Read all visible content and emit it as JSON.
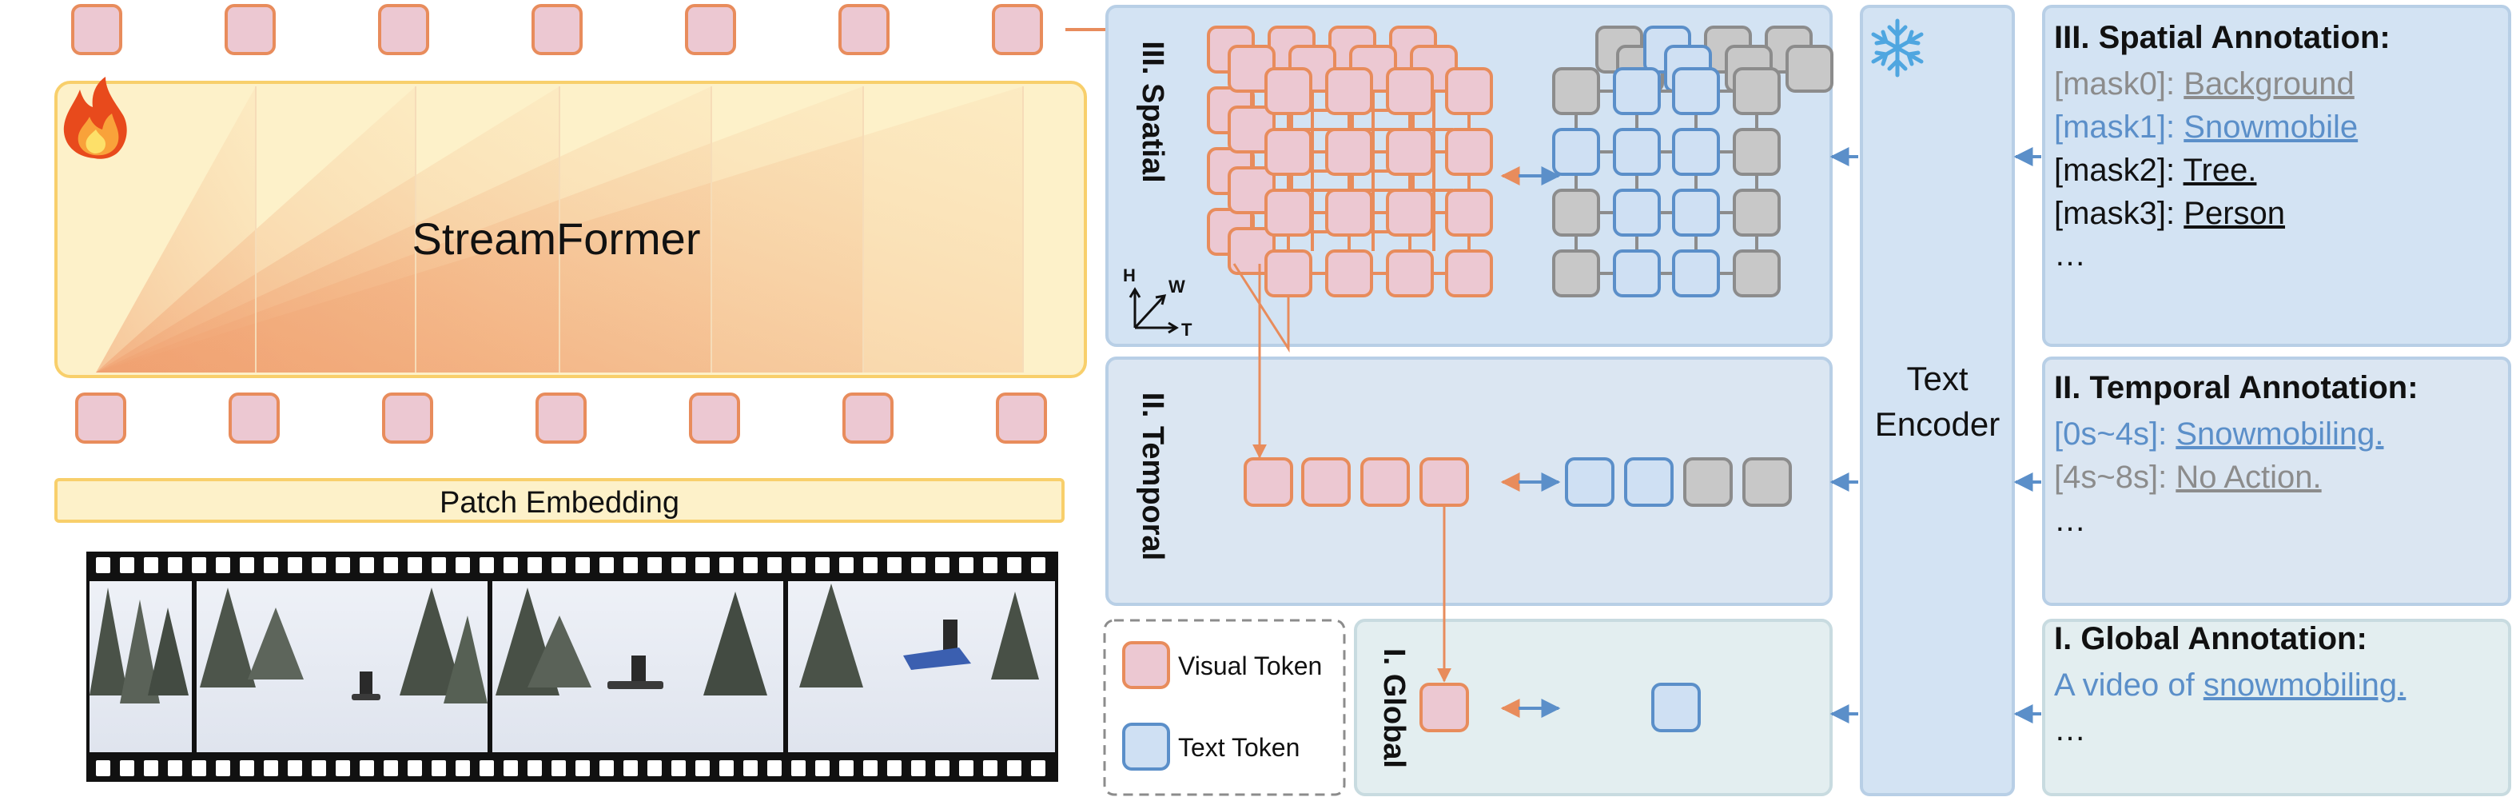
{
  "model": {
    "name": "StreamFormer",
    "patch_embedding": "Patch Embedding",
    "trainable_icon": "fire-icon"
  },
  "stages": {
    "spatial": "III. Spatial",
    "temporal": "II. Temporal",
    "global": "I. Global"
  },
  "axes": {
    "h": "H",
    "w": "W",
    "t": "T"
  },
  "text_encoder": {
    "line1": "Text",
    "line2": "Encoder",
    "frozen_icon": "snowflake-icon"
  },
  "legend": {
    "visual": "Visual Token",
    "text": "Text Token"
  },
  "annotations": {
    "spatial": {
      "title": "III. Spatial Annotation:",
      "rows": [
        {
          "key": "[mask0]:",
          "value": "Background",
          "color": "#8c8c8c"
        },
        {
          "key": "[mask1]:",
          "value": "Snowmobile",
          "color": "#5b8fc9"
        },
        {
          "key": "[mask2]:",
          "value": "Tree.",
          "color": "#111111"
        },
        {
          "key": "[mask3]:",
          "value": "Person",
          "color": "#111111"
        }
      ],
      "more": "…"
    },
    "temporal": {
      "title": "II. Temporal Annotation:",
      "rows": [
        {
          "key": "[0s~4s]:",
          "value": "Snowmobiling.",
          "color": "#5b8fc9"
        },
        {
          "key": "[4s~8s]:",
          "value": "No Action.",
          "color": "#8c8c8c"
        }
      ],
      "more": "…"
    },
    "global": {
      "title": "I. Global Annotation:",
      "prefix": "A video of",
      "value": "snowmobiling.",
      "color": "#5b8fc9",
      "more": "…"
    }
  },
  "colors": {
    "visual_fill": "#ecc8d2",
    "visual_stroke": "#e88c5c",
    "text_fill": "#cfe0f3",
    "text_stroke": "#5b8fc9",
    "gray_fill": "#c8c8c8",
    "gray_stroke": "#8c8c8c",
    "panel_blue": "#d3e3f3",
    "panel_green": "#e3eef0",
    "yellow": "#fdf1c9"
  }
}
